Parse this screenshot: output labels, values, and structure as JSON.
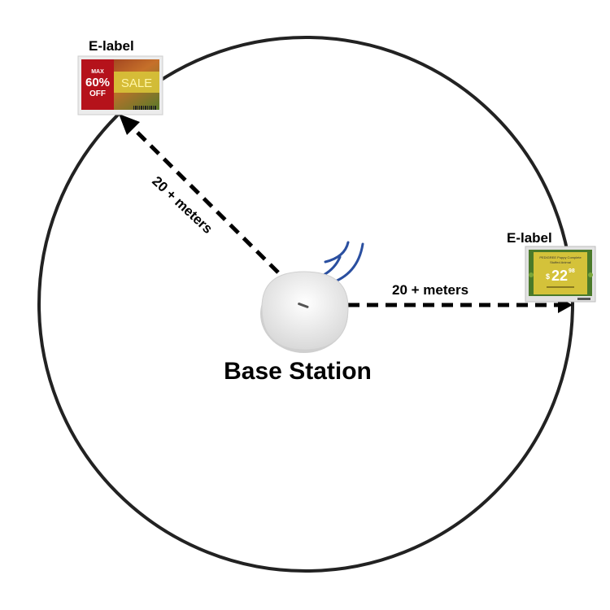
{
  "base_station": {
    "label": "Base Station"
  },
  "elabels": [
    {
      "label": "E-label",
      "screen": {
        "top_text": "MAX",
        "big_text": "60%",
        "bottom_text": "OFF",
        "side_text": "SALE"
      },
      "colors": {
        "panel": "#b5121b",
        "banner": "#d8c438"
      }
    },
    {
      "label": "E-label",
      "screen": {
        "line1": "PEDIGREE Puppy Complete",
        "line2": "Stuffed Animal",
        "price_symbol": "$",
        "price_main": "22",
        "price_cents": "98",
        "footer": ""
      },
      "colors": {
        "panel": "#d4c23a",
        "frame": "#e2e2e2"
      }
    }
  ],
  "links": [
    {
      "distance_label": "20 + meters"
    },
    {
      "distance_label": "20 + meters"
    }
  ],
  "colors": {
    "circle": "#222222",
    "signal": "#2a4fa0",
    "dash": "#000000",
    "device": "#f2f2f2"
  }
}
